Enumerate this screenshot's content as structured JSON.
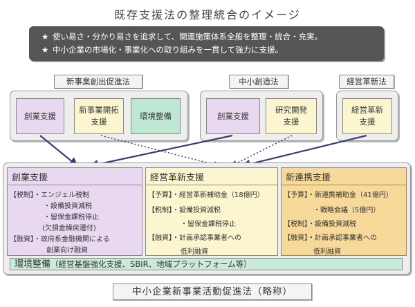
{
  "title": "既存支援法の整理統合のイメージ",
  "banner": {
    "star": "★",
    "lines": [
      "使い易さ・分かり易さを追求して、関連施策体系全般を整理・統合・充実。",
      "中小企業の市場化・事業化への取り組みを一貫して強力に支援。"
    ]
  },
  "existing_laws": [
    {
      "label": "新事業創出促進法",
      "items": [
        [
          "創業支援"
        ],
        [
          "新事業開拓",
          "支援"
        ],
        [
          "環境整備"
        ]
      ]
    },
    {
      "label": "中小創造法",
      "items": [
        [
          "創業支援"
        ],
        [
          "研究開発",
          "支援"
        ]
      ]
    },
    {
      "label": "経営革新法",
      "items": [
        [
          "経営革新",
          "支援"
        ]
      ]
    }
  ],
  "panels": [
    {
      "title": "創業支援",
      "lines": [
        "【税制】・エンジェル税制",
        "・設備投資減税",
        "・留保金課税停止",
        "(欠損金繰戻還付)",
        "【融資】・政府系金融機関による",
        "創業向け融資"
      ]
    },
    {
      "title": "経営革新支援",
      "lines": [
        "【予算】・経営革新補助金（18億円）",
        "【税制】・設備投資減税",
        "・留保金課税停止",
        "【融資】・計画承認事業者への",
        "低利融資"
      ]
    },
    {
      "title": "新連携支援",
      "lines": [
        "【予算】・新連携補助金（41億円）",
        "・戦略会議（5億円）",
        "【税制】・設備投資減税",
        "【融資】・計画承認事業者への",
        "低利融資"
      ]
    }
  ],
  "env": {
    "head": "環境整備",
    "detail": "（経営基盤強化支援、SBIR、地域プラットフォーム等）"
  },
  "bottom_label": "中小企業新事業活動促進法（略称）",
  "colors": {
    "purple": "#e8d9f0",
    "yellow": "#fbf6cf",
    "green": "#bfe8d3",
    "orange": "#f7d99a",
    "arrow": "#3b3b7a"
  }
}
